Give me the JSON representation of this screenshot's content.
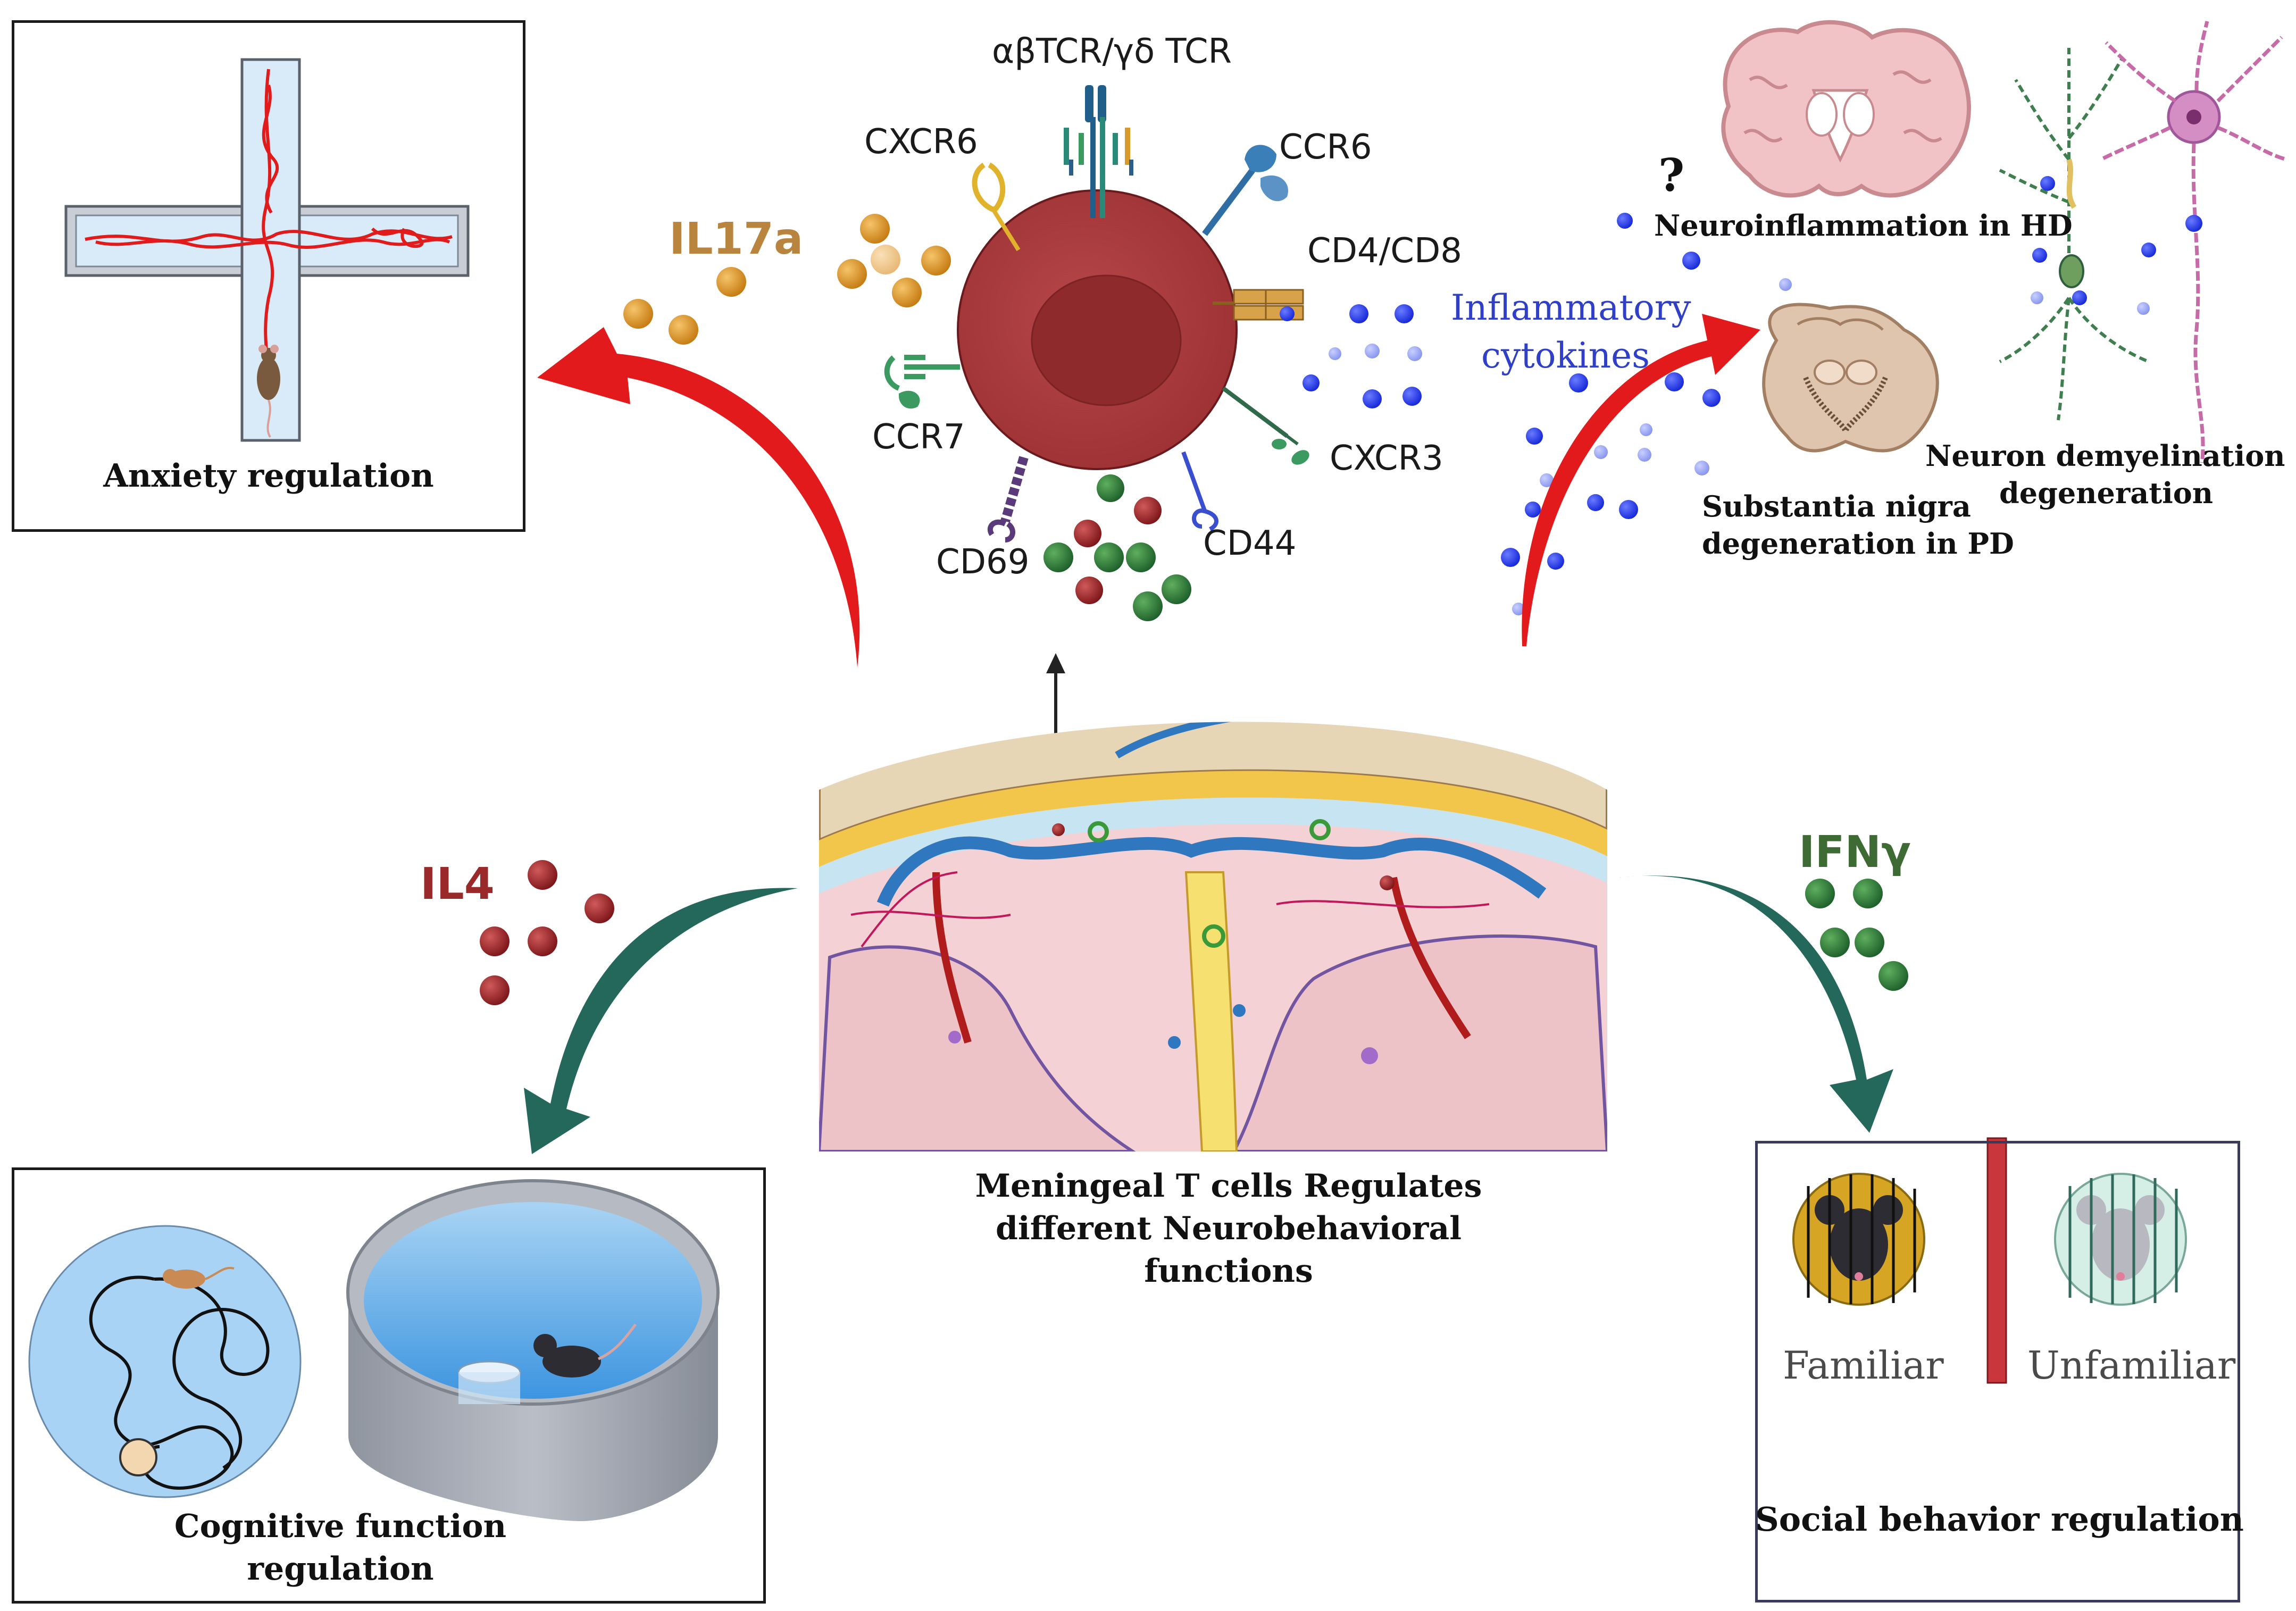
{
  "receptors": {
    "tcr": "αβTCR/γδ TCR",
    "cxcr6": "CXCR6",
    "ccr6": "CCR6",
    "cd4cd8": "CD4/CD8",
    "ccr7": "CCR7",
    "cxcr3": "CXCR3",
    "cd69": "CD69",
    "cd44": "CD44"
  },
  "cytokines": {
    "il17a": "IL17a",
    "il4": "IL4",
    "ifng": "IFNγ",
    "inflammatory": [
      "Inflammatory",
      "cytokines"
    ]
  },
  "outcomes": {
    "anxiety": "Anxiety regulation",
    "cognitive": [
      "Cognitive function",
      "regulation"
    ],
    "social": "Social behavior regulation",
    "familiar": "Familiar",
    "unfamiliar": "Unfamiliar",
    "neuroinflammation": "Neuroinflammation in HD",
    "question_mark": "?",
    "substantia": [
      "Substantia nigra",
      "degeneration in PD"
    ],
    "demyelination": [
      "Neuron demyelination and",
      "degeneration"
    ]
  },
  "center_caption": [
    "Meningeal T cells Regulates",
    "different Neurobehavioral",
    "functions"
  ],
  "colors": {
    "il17a": "#b8843e",
    "il4": "#9a2a2a",
    "ifng": "#3e6b33",
    "inflammatory_text": "#2f3fc8",
    "tcell": "#a93a3c",
    "red_arrow": "#e31a1c",
    "teal_arrow": "#24685c",
    "social_box": "#e3def2"
  }
}
